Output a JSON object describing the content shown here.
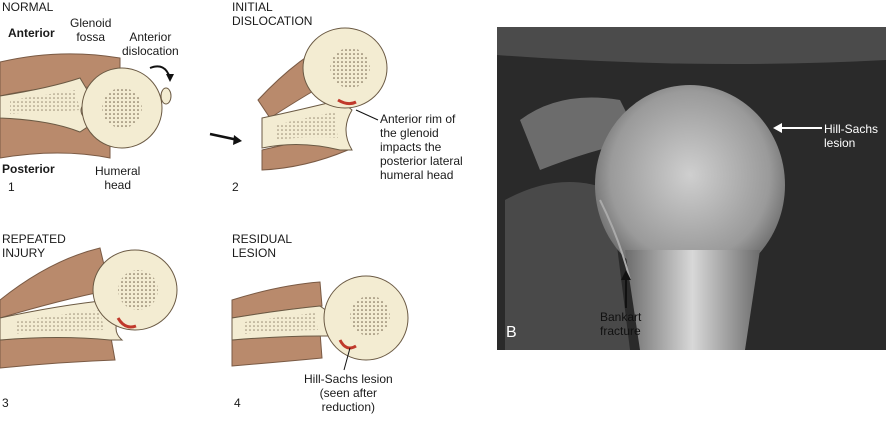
{
  "panels": [
    {
      "number": "1",
      "title": "NORMAL",
      "labels": [
        "Anterior",
        "Glenoid\nfossa",
        "Anterior\ndislocation",
        "Posterior",
        "Humeral\nhead"
      ]
    },
    {
      "number": "2",
      "title": "INITIAL\nDISLOCATION",
      "labels": [
        "Anterior rim of\nthe glenoid\nimpacts the\nposterior lateral\nhumeral head"
      ]
    },
    {
      "number": "3",
      "title": "REPEATED\nINJURY",
      "labels": []
    },
    {
      "number": "4",
      "title": "RESIDUAL\nLESION",
      "labels": [
        "Hill-Sachs lesion\n(seen after\nreduction)"
      ]
    }
  ],
  "xray": {
    "letter": "B",
    "labels": [
      "Hill-Sachs\nlesion",
      "Bankart\nfracture"
    ]
  },
  "colors": {
    "muscle": "#b98a6c",
    "bone": "#f3ecd2",
    "lesion": "#c0392b",
    "xray_bg": "#2a2a2a"
  }
}
